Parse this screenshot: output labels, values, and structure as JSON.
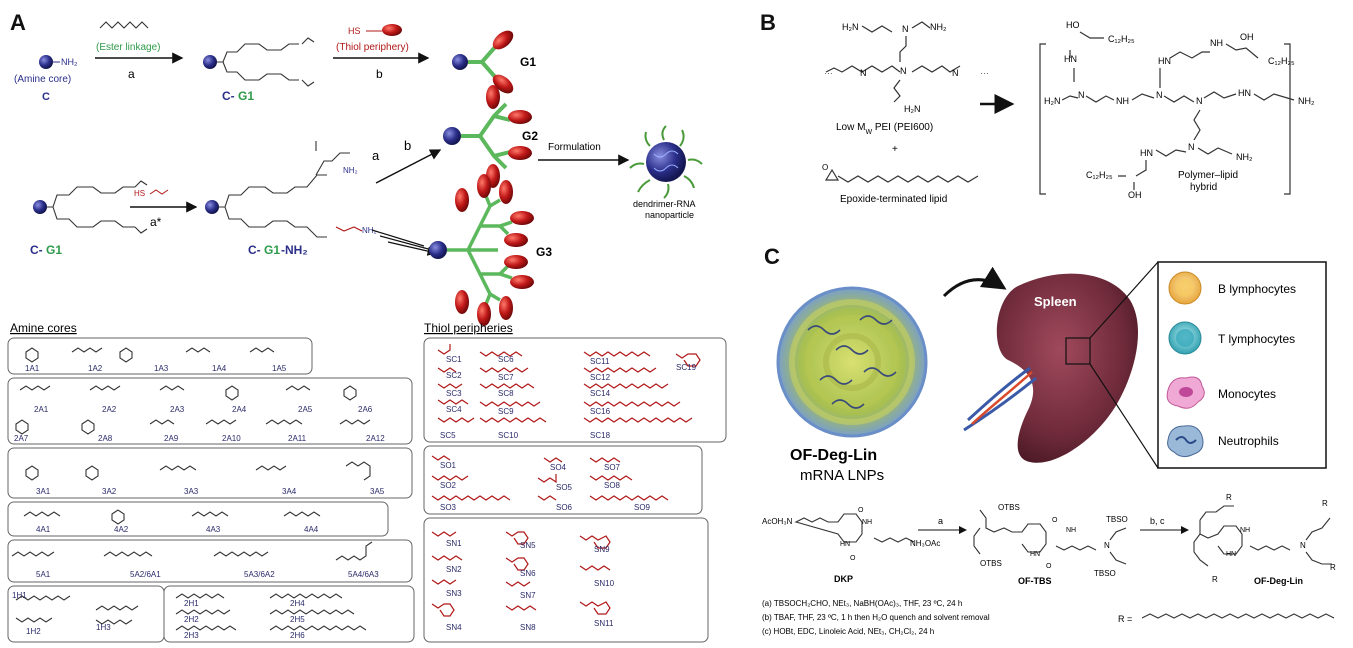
{
  "panels": {
    "A": {
      "letter": "A",
      "scheme": {
        "amine_core": "(Amine core)",
        "nh2": "NH₂",
        "c": "C",
        "ester_linkage": "(Ester linkage)",
        "step_a": "a",
        "thiol_periphery": "(Thiol periphery)",
        "hs": "HS",
        "step_b": "b",
        "c_dash": "C-",
        "g1_label": "G1",
        "g1": "G1",
        "g2": "G2",
        "g3": "G3",
        "step_a_star": "a*",
        "c_g1_nh2_prefix": "C-",
        "c_g1_nh2_mid": "G1",
        "c_g1_nh2_suffix": "-NH₂",
        "formulation": "Formulation",
        "nanoparticle_line1": "dendrimer-RNA",
        "nanoparticle_line2": "nanoparticle"
      },
      "amine_cores_title": "Amine cores",
      "amine_rows": [
        [
          "1A1",
          "1A2",
          "1A3",
          "1A4",
          "1A5"
        ],
        [
          "2A1",
          "2A2",
          "2A3",
          "2A4",
          "2A5",
          "2A6"
        ],
        [
          "2A7",
          "2A8",
          "2A9",
          "2A10",
          "2A11",
          "2A12"
        ],
        [
          "3A1",
          "3A2",
          "3A3",
          "3A4",
          "3A5"
        ],
        [
          "4A1",
          "4A2",
          "4A3",
          "4A4"
        ],
        [
          "5A1",
          "5A2/6A1",
          "5A3/6A2",
          "5A4/6A3"
        ]
      ],
      "amine_bottom_left": [
        "1H1",
        "1H2",
        "1H3"
      ],
      "amine_bottom_right": [
        "2H1",
        "2H2",
        "2H3",
        "2H4",
        "2H5",
        "2H6"
      ],
      "thiol_title": "Thiol peripheries",
      "thiol_sc": [
        "SC1",
        "SC2",
        "SC3",
        "SC4",
        "SC5",
        "SC6",
        "SC7",
        "SC8",
        "SC9",
        "SC10",
        "SC11",
        "SC12",
        "SC14",
        "SC16",
        "SC18",
        "SC19"
      ],
      "thiol_so": [
        "SO1",
        "SO2",
        "SO3",
        "SO4",
        "SO5",
        "SO6",
        "SO7",
        "SO8",
        "SO9"
      ],
      "thiol_sn": [
        "SN1",
        "SN2",
        "SN3",
        "SN4",
        "SN5",
        "SN6",
        "SN7",
        "SN8",
        "SN9",
        "SN10",
        "SN11"
      ],
      "hs": "HS"
    },
    "B": {
      "letter": "B",
      "pei_label": "Low M",
      "pei_sub": "W",
      "pei_suffix": " PEI (PEI600)",
      "plus": "+",
      "epoxide_label": "Epoxide-terminated lipid",
      "hybrid_line1": "Polymer–lipid",
      "hybrid_line2": "hybrid",
      "atoms": {
        "h2n": "H₂N",
        "nh2": "NH₂",
        "n": "N",
        "hn": "HN",
        "nh": "NH",
        "ho": "HO",
        "oh": "OH",
        "c12h25": "C₁₂H₂₅",
        "o": "O"
      }
    },
    "C": {
      "letter": "C",
      "lnp_name": "OF-Deg-Lin",
      "lnp_sub": "mRNA LNPs",
      "organ": "Spleen",
      "cells": [
        "B lymphocytes",
        "T lymphocytes",
        "Monocytes",
        "Neutrophils"
      ],
      "synthesis": {
        "dkp_left": "AcOH₃N",
        "dkp_right": "NH₃OAc",
        "dkp": "DKP",
        "step_a": "a",
        "otbs": "OTBS",
        "tbso": "TBSO",
        "of_tbs": "OF-TBS",
        "step_bc": "b, c",
        "of_deg_lin": "OF-Deg-Lin",
        "r": "R",
        "r_eq": "R =",
        "o": "O",
        "nh": "NH",
        "hn": "HN",
        "n": "N"
      },
      "conditions": [
        "(a) TBSOCH₂CHO, NEt₃, NaBH(OAc)₃, THF, 23 ºC, 24 h",
        "(b) TBAF, THF, 23 ºC, 1 h then H₂O quench and solvent removal",
        "(c) HOBt, EDC, Linoleic Acid, NEt₃, CH₂Cl₂, 24 h"
      ]
    }
  },
  "colors": {
    "core_blue": "#2b2f8a",
    "thiol_red": "#b01818",
    "ester_green": "#2e9a4a",
    "dendron_green": "#5cb85c",
    "spleen": "#6e2a3a",
    "b_cell": "#f0b64a",
    "t_cell": "#3fb6c4",
    "monocyte": "#e07ab8",
    "neutrophil": "#5a8ab8"
  }
}
